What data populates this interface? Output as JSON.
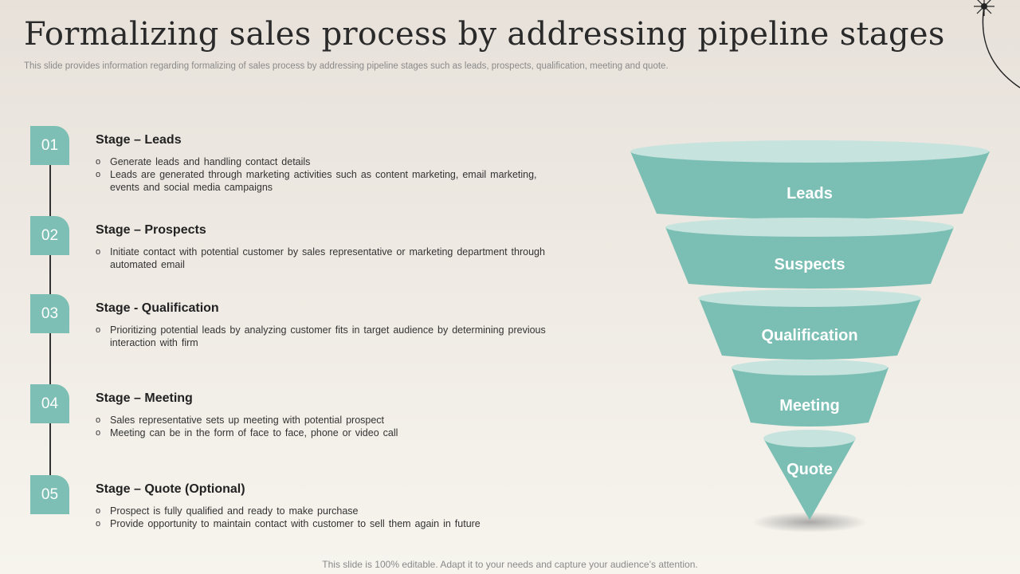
{
  "title": "Formalizing sales process by addressing pipeline stages",
  "subtitle": "This slide provides information regarding formalizing of sales process by addressing pipeline stages such as leads, prospects, qualification, meeting and quote.",
  "footer": "This slide is 100% editable. Adapt it to your needs and capture your audience’s attention.",
  "accent_color": "#7dbfb4",
  "stages": [
    {
      "number": "01",
      "title": "Stage – Leads",
      "bullets": [
        "Generate leads and handling contact details",
        "Leads are generated through marketing activities such as content marketing, email marketing, events and social media campaigns"
      ]
    },
    {
      "number": "02",
      "title": "Stage – Prospects",
      "bullets": [
        "Initiate contact with potential customer by sales representative or marketing department through automated email"
      ]
    },
    {
      "number": "03",
      "title": "Stage - Qualification",
      "bullets": [
        "Prioritizing potential leads by analyzing customer fits in target audience by determining previous interaction with firm"
      ]
    },
    {
      "number": "04",
      "title": "Stage – Meeting",
      "bullets": [
        "Sales representative sets up meeting with potential prospect",
        "Meeting can be in the form of face to face, phone or video call"
      ]
    },
    {
      "number": "05",
      "title": "Stage – Quote (Optional)",
      "bullets": [
        "Prospect is fully qualified and ready to make purchase",
        "Provide opportunity to maintain contact with customer to sell them again in future"
      ]
    }
  ],
  "funnel": [
    "Leads",
    "Suspects",
    "Qualification",
    "Meeting",
    "Quote"
  ]
}
